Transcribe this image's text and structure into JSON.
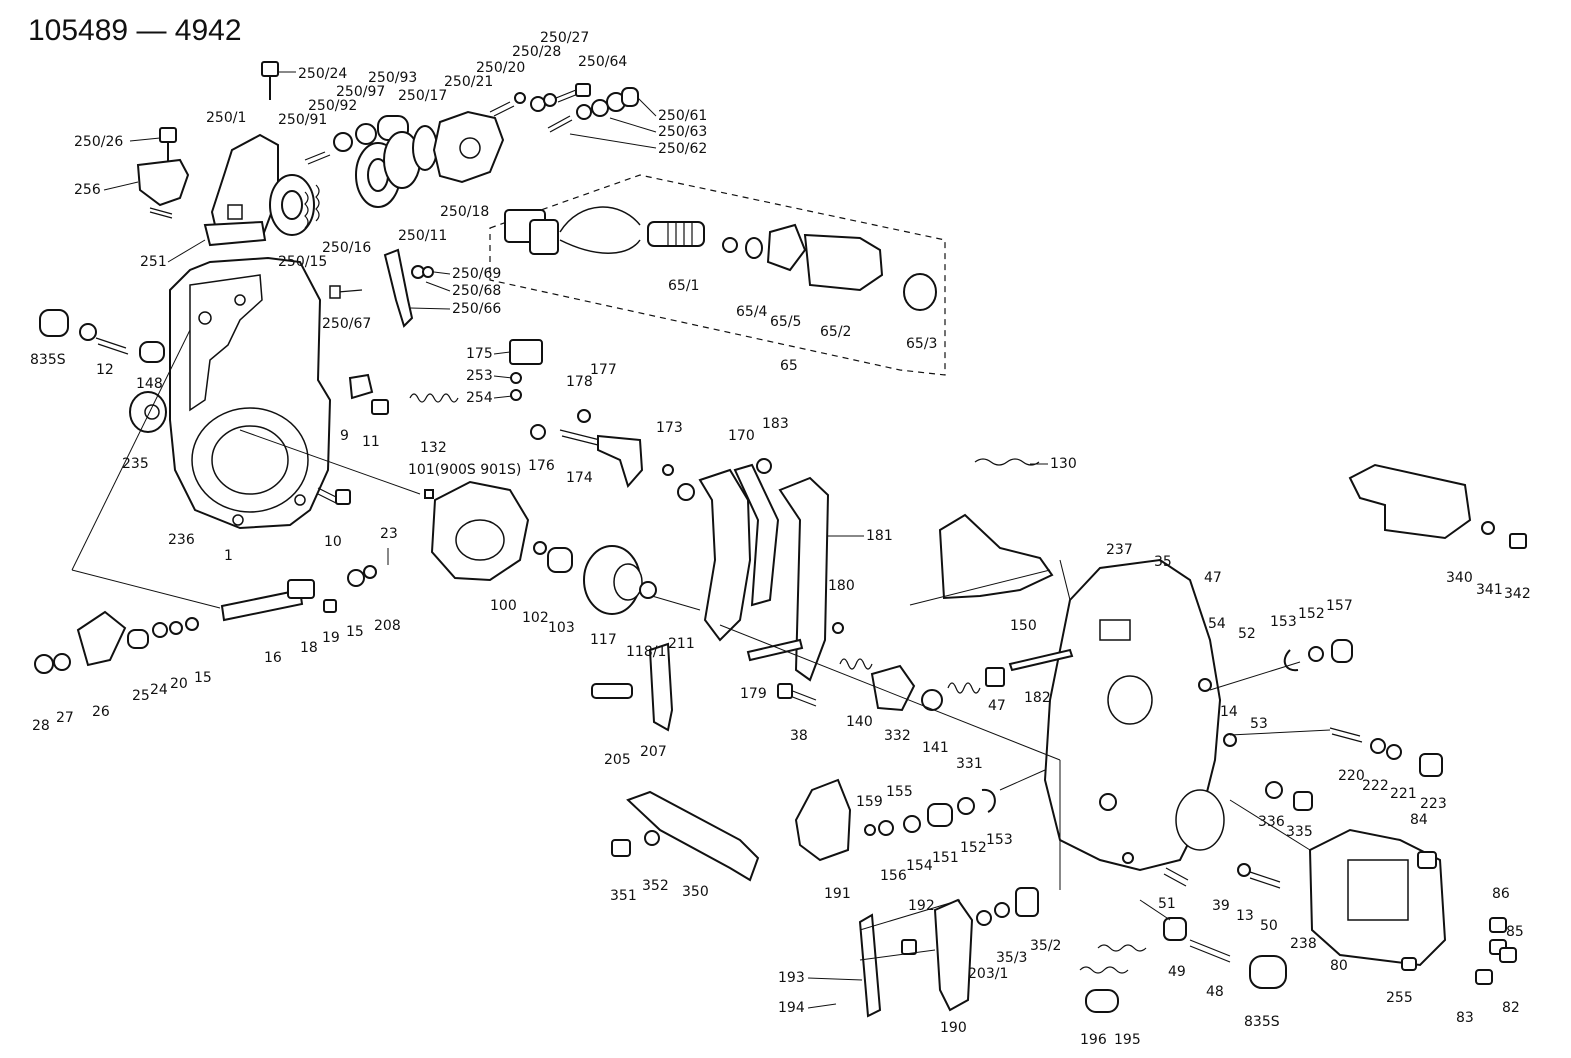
{
  "diagram": {
    "title": "105489 — 4942",
    "labels": {
      "l250_24": "250/24",
      "l250_27": "250/27",
      "l250_28": "250/28",
      "l250_20": "250/20",
      "l250_21": "250/21",
      "l250_64": "250/64",
      "l250_93": "250/93",
      "l250_97": "250/97",
      "l250_92": "250/92",
      "l250_1": "250/1",
      "l250_91": "250/91",
      "l250_17": "250/17",
      "l250_61": "250/61",
      "l250_63": "250/63",
      "l250_62": "250/62",
      "l250_26": "250/26",
      "l256": "256",
      "l250_18": "250/18",
      "l250_16": "250/16",
      "l250_11": "250/11",
      "l250_15": "250/15",
      "l251": "251",
      "l250_69": "250/69",
      "l250_68": "250/68",
      "l250_66": "250/66",
      "l250_67": "250/67",
      "l835S_a": "835S",
      "l12": "12",
      "l148": "148",
      "l235": "235",
      "l236": "236",
      "l1": "1",
      "l9": "9",
      "l11": "11",
      "l132": "132",
      "l175": "175",
      "l253": "253",
      "l254": "254",
      "l178": "178",
      "l177": "177",
      "l176": "176",
      "l174": "174",
      "l173": "173",
      "l170": "170",
      "l183": "183",
      "l130": "130",
      "l101": "101(900S 901S)",
      "l10": "10",
      "l23": "23",
      "l208": "208",
      "l15a": "15",
      "l19": "19",
      "l18": "18",
      "l16": "16",
      "l100": "100",
      "l102": "102",
      "l103": "103",
      "l117": "117",
      "l118_1": "118/1",
      "l181": "181",
      "l180": "180",
      "l150": "150",
      "l237": "237",
      "l35": "35",
      "l47a": "47",
      "l54": "54",
      "l52": "52",
      "l153a": "153",
      "l152a": "152",
      "l157": "157",
      "l340": "340",
      "l341": "341",
      "l342": "342",
      "l65_1": "65/1",
      "l65_4": "65/4",
      "l65_5": "65/5",
      "l65_2": "65/2",
      "l65_3": "65/3",
      "l65": "65",
      "l28": "28",
      "l27": "27",
      "l26": "26",
      "l25": "25",
      "l24": "24",
      "l20": "20",
      "l15b": "15",
      "l211": "211",
      "l205": "205",
      "l207": "207",
      "l179": "179",
      "l38": "38",
      "l140": "140",
      "l332": "332",
      "l141": "141",
      "l331": "331",
      "l182": "182",
      "l47b": "47",
      "l14": "14",
      "l53": "53",
      "l220": "220",
      "l222": "222",
      "l221": "221",
      "l223": "223",
      "l336": "336",
      "l335": "335",
      "l84": "84",
      "l159": "159",
      "l155": "155",
      "l156": "156",
      "l154": "154",
      "l151": "151",
      "l152b": "152",
      "l153b": "153",
      "l191": "191",
      "l351": "351",
      "l352": "352",
      "l350": "350",
      "l51": "51",
      "l39": "39",
      "l13": "13",
      "l50": "50",
      "l238": "238",
      "l80": "80",
      "l86": "86",
      "l85": "85",
      "l82": "82",
      "l83": "83",
      "l255": "255",
      "l192": "192",
      "l193": "193",
      "l194": "194",
      "l190": "190",
      "l203_1": "203/1",
      "l35_3": "35/3",
      "l35_2": "35/2",
      "l49": "49",
      "l48": "48",
      "l835S_b": "835S",
      "l196": "196",
      "l195": "195"
    }
  }
}
